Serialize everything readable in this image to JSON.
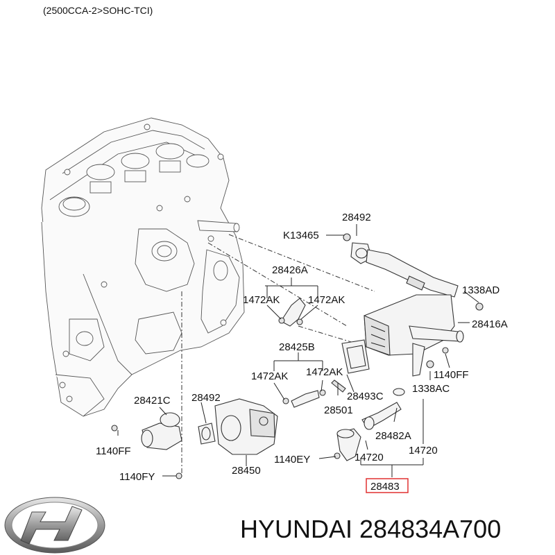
{
  "header": {
    "engine_code": "(2500CCA-2>SOHC-TCI)"
  },
  "labels": {
    "p28492_top": "28492",
    "k13465": "K13465",
    "p28426A": "28426A",
    "p1338AD": "1338AD",
    "p1472AK_a": "1472AK",
    "p1472AK_b": "1472AK",
    "p28416A": "28416A",
    "p28425B": "28425B",
    "p1472AK_c": "1472AK",
    "p1472AK_d": "1472AK",
    "p1140FF_right": "1140FF",
    "p28493C": "28493C",
    "p1338AC": "1338AC",
    "p28421C": "28421C",
    "p28492_mid": "28492",
    "p28501": "28501",
    "p28482A": "28482A",
    "p1140FF_left": "1140FF",
    "p14720_a": "14720",
    "p14720_b": "14720",
    "p1140EY": "1140EY",
    "p28450": "28450",
    "p1140FY": "1140FY",
    "p28483": "28483"
  },
  "highlight_color": "#e03030",
  "footer": {
    "logo_icon": "hyundai-logo-icon",
    "part_caption": "HYUNDAI 284834A700"
  }
}
